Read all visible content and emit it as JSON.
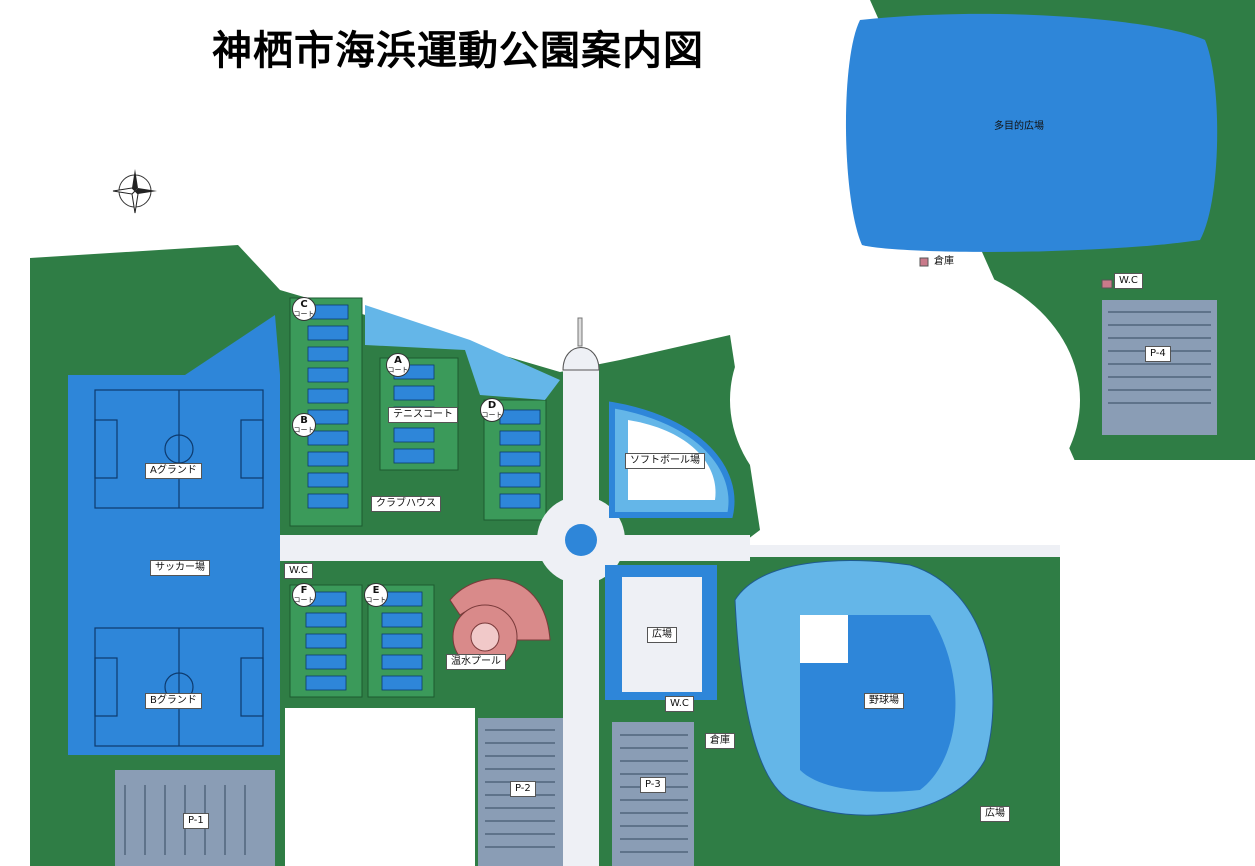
{
  "title": "神栖市海浜運動公園案内図",
  "colors": {
    "green": "#2f7d45",
    "blue": "#2e86d9",
    "light_blue": "#64b6e8",
    "gray": "#8a9db5",
    "path": "#eef0f5",
    "white": "#ffffff"
  },
  "facilities": {
    "multipurpose_plaza": "多目的広場",
    "warehouse_north": "倉庫",
    "wc_p4": "W.C",
    "parking_p4": "P-4",
    "softball": "ソフトボール場",
    "tennis": "テニスコート",
    "clubhouse": "クラブハウス",
    "ground_a": "Aグランド",
    "soccer": "サッカー場",
    "ground_b": "Bグランド",
    "wc_west": "W.C",
    "pool": "温水プール",
    "plaza_center": "広場",
    "wc_center": "W.C",
    "warehouse_south": "倉庫",
    "baseball": "野球場",
    "plaza_south": "広場",
    "parking_p1": "P-1",
    "parking_p2": "P-2",
    "parking_p3": "P-3"
  },
  "courts": {
    "c": "C",
    "a": "A",
    "b": "B",
    "d": "D",
    "f": "F",
    "e": "E",
    "court_word": "コート"
  },
  "icons": [
    "compass-rose-icon"
  ]
}
